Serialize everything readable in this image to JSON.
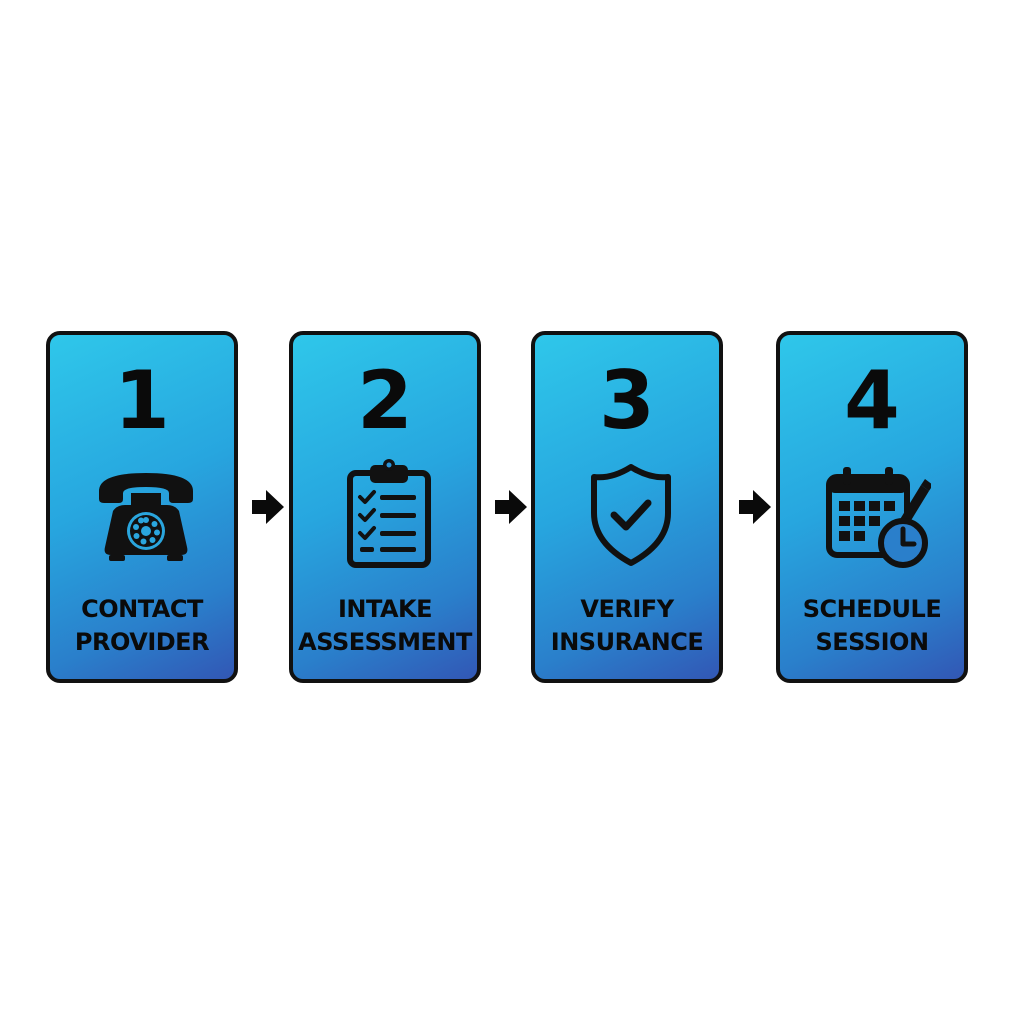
{
  "steps": [
    {
      "number": "1",
      "label_line1": "CONTACT",
      "label_line2": "PROVIDER",
      "icon": "telephone-icon"
    },
    {
      "number": "2",
      "label_line1": "INTAKE",
      "label_line2": "ASSESSMENT",
      "icon": "clipboard-checklist-icon"
    },
    {
      "number": "3",
      "label_line1": "VERIFY",
      "label_line2": "INSURANCE",
      "icon": "shield-check-icon"
    },
    {
      "number": "4",
      "label_line1": "SCHEDULE",
      "label_line2": "SESSION",
      "icon": "calendar-clock-icon"
    }
  ],
  "colors": {
    "card_gradient_start": "#2fc7ea",
    "card_gradient_end": "#3257b5",
    "outline": "#111111",
    "text": "#0a0a0a",
    "background": "#ffffff"
  },
  "connector_icon": "arrow-right-icon"
}
